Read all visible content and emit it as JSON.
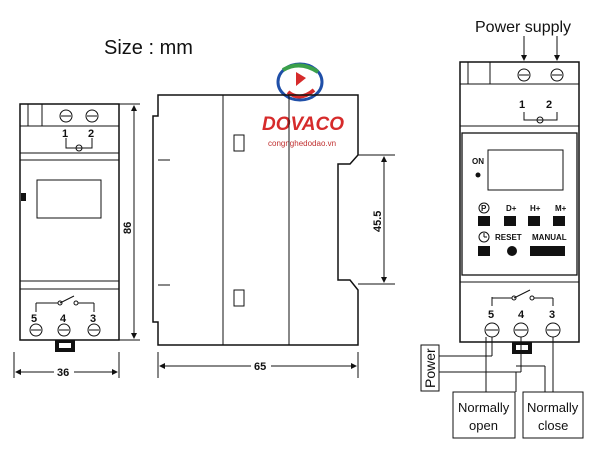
{
  "size_label": "Size :  mm",
  "power_supply_label": "Power supply",
  "logo": {
    "name": "DOVACO",
    "site": "congnghedodao.vn",
    "colors": {
      "red": "#d62b2b",
      "blue": "#1f4fa8",
      "green": "#3aa04a"
    }
  },
  "dimensions": {
    "height": "86",
    "width": "36",
    "depth": "65",
    "step": "45.5"
  },
  "terminals": {
    "top": [
      "1",
      "2"
    ],
    "bottom": [
      "5",
      "4",
      "3"
    ]
  },
  "panel": {
    "on": "ON",
    "d_plus": "D+",
    "h_plus": "H+",
    "m_plus": "M+",
    "reset": "RESET",
    "manual": "MANUAL",
    "p_symbol": "P"
  },
  "wiring": {
    "power": "Power",
    "normally_open": [
      "Normally",
      "open"
    ],
    "normally_close": [
      "Normally",
      "close"
    ]
  }
}
